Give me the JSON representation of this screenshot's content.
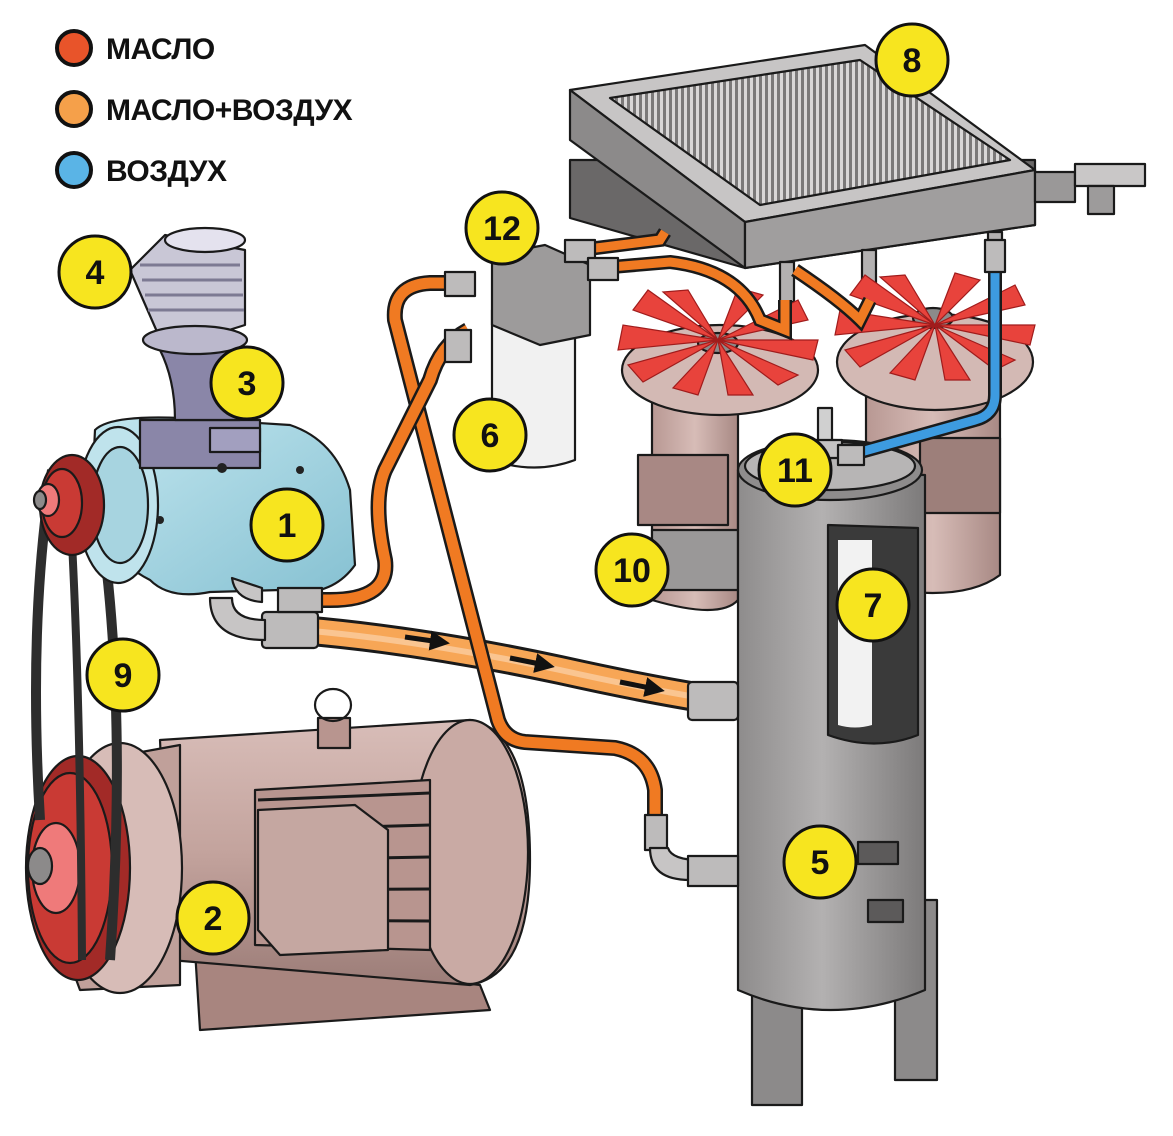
{
  "legend": [
    {
      "label": "МАСЛО",
      "color": "#e8542a"
    },
    {
      "label": "МАСЛО+ВОЗДУХ",
      "color": "#f5a04a"
    },
    {
      "label": "ВОЗДУХ",
      "color": "#5ab4e6"
    }
  ],
  "badges": [
    "1",
    "2",
    "3",
    "4",
    "5",
    "6",
    "7",
    "8",
    "9",
    "10",
    "11",
    "12"
  ],
  "colors": {
    "oil": "#f07a22",
    "oil_air": "#f7a656",
    "air": "#3d9be0",
    "badge": "#f7e51f",
    "fan": "#e8433c",
    "metal": "#a5a3a3",
    "motor": "#c9aaa4",
    "compressor": "#a9d9e6"
  }
}
